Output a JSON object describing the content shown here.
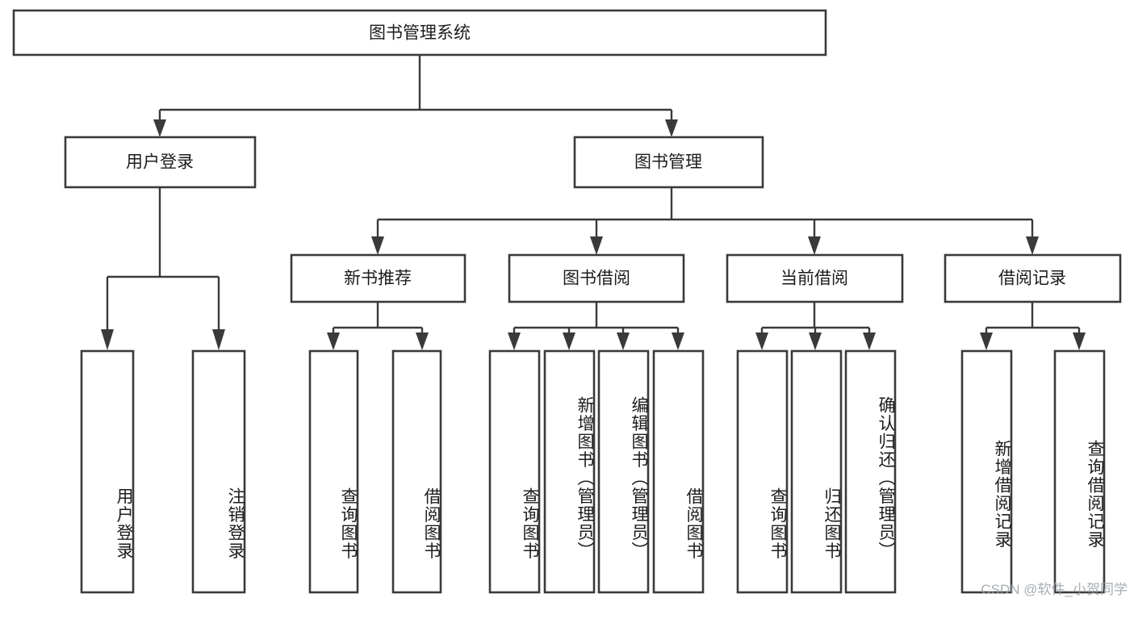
{
  "diagram": {
    "type": "tree",
    "title": "图书管理系统",
    "watermark": "CSDN @软件_小贺同学",
    "colors": {
      "background": "#ffffff",
      "box_fill": "#ffffff",
      "box_stroke": "#3a3a3a",
      "connector": "#3a3a3a",
      "text": "#1c1c1c",
      "watermark_text": "#9aa0a6"
    },
    "root": {
      "id": "root",
      "label": "图书管理系统"
    },
    "level2": [
      {
        "id": "user-login",
        "label": "用户登录"
      },
      {
        "id": "book-manage",
        "label": "图书管理"
      }
    ],
    "level3": [
      {
        "id": "new-book-rec",
        "label": "新书推荐",
        "parent": "book-manage"
      },
      {
        "id": "book-borrow",
        "label": "图书借阅",
        "parent": "book-manage"
      },
      {
        "id": "current-borrow",
        "label": "当前借阅",
        "parent": "book-manage"
      },
      {
        "id": "borrow-record",
        "label": "借阅记录",
        "parent": "book-manage"
      }
    ],
    "leaves": {
      "user-login": [
        {
          "id": "leaf-user-login",
          "label": "用户登录"
        },
        {
          "id": "leaf-user-logout",
          "label": "注销登录"
        }
      ],
      "new-book-rec": [
        {
          "id": "leaf-query-book-1",
          "label": "查询图书"
        },
        {
          "id": "leaf-borrow-book-1",
          "label": "借阅图书"
        }
      ],
      "book-borrow": [
        {
          "id": "leaf-query-book-2",
          "label": "查询图书"
        },
        {
          "id": "leaf-add-book",
          "label": "新增图书（管理员）"
        },
        {
          "id": "leaf-edit-book",
          "label": "编辑图书（管理员）"
        },
        {
          "id": "leaf-borrow-book-2",
          "label": "借阅图书"
        }
      ],
      "current-borrow": [
        {
          "id": "leaf-query-book-3",
          "label": "查询图书"
        },
        {
          "id": "leaf-return-book",
          "label": "归还图书"
        },
        {
          "id": "leaf-confirm-return",
          "label": "确认归还（管理员）"
        }
      ],
      "borrow-record": [
        {
          "id": "leaf-add-record",
          "label": "新增借阅记录"
        },
        {
          "id": "leaf-query-record",
          "label": "查询借阅记录"
        }
      ]
    }
  }
}
